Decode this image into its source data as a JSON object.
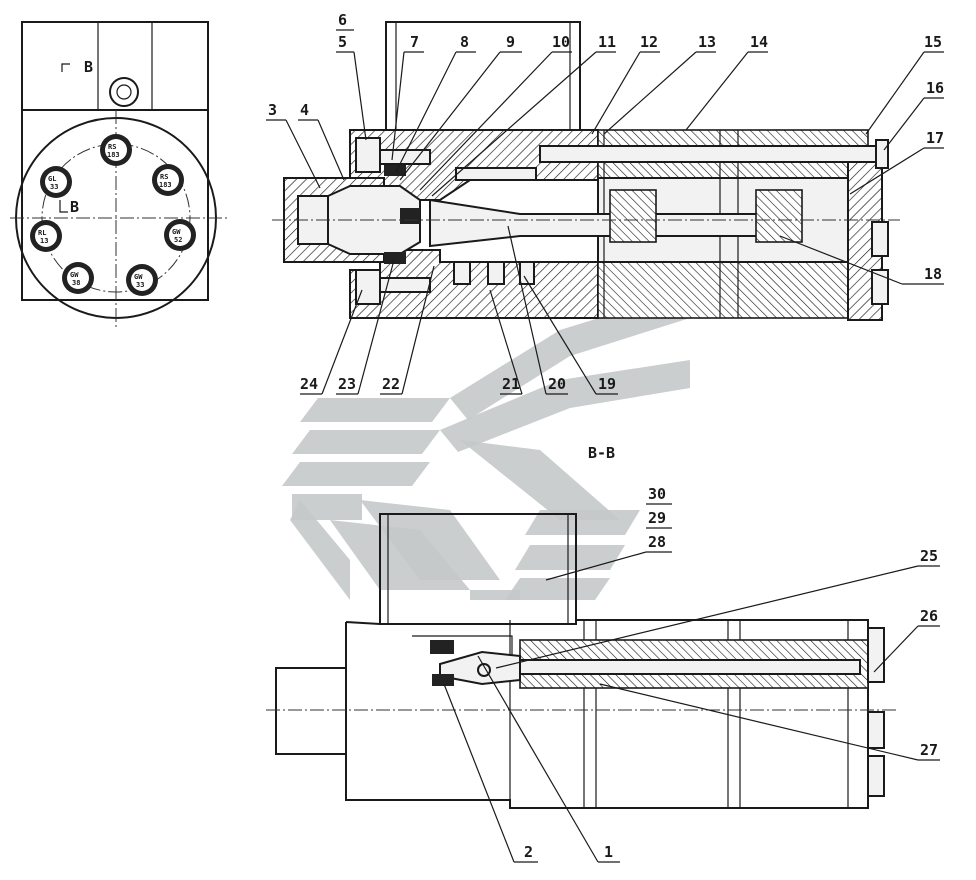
{
  "section_label": "B-B",
  "view_label": "B",
  "part_numbers": {
    "p1": "1",
    "p2": "2",
    "p3": "3",
    "p4": "4",
    "p5": "5",
    "p6": "6",
    "p7": "7",
    "p8": "8",
    "p9": "9",
    "p10": "10",
    "p11": "11",
    "p12": "12",
    "p13": "13",
    "p14": "14",
    "p15": "15",
    "p16": "16",
    "p17": "17",
    "p18": "18",
    "p19": "19",
    "p20": "20",
    "p21": "21",
    "p22": "22",
    "p23": "23",
    "p24": "24",
    "p25": "25",
    "p26": "26",
    "p27": "27",
    "p28": "28",
    "p29": "29",
    "p30": "30"
  },
  "bolt_labels": [
    "RS\n183",
    "RS\n183",
    "GW\n52",
    "GW\n33",
    "GW\n38",
    "RL\n13",
    "GL\n33"
  ]
}
